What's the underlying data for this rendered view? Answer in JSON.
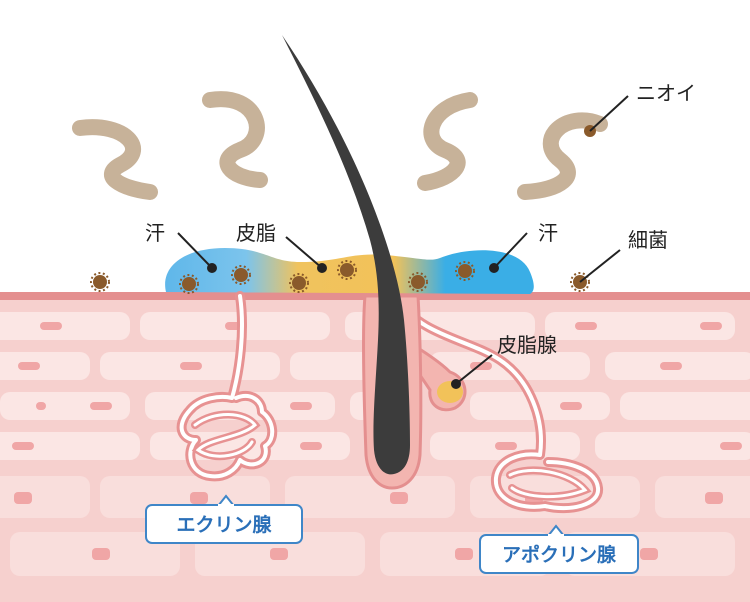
{
  "labels": {
    "odor": "ニオイ",
    "sweat_left": "汗",
    "sebum": "皮脂",
    "sweat_right": "汗",
    "bacteria": "細菌",
    "sebaceous_gland": "皮脂腺",
    "eccrine_gland": "エクリン腺",
    "apocrine_gland": "アポクリン腺"
  },
  "colors": {
    "skin_line": "#e89a9a",
    "skin_fill": "#f7d4d2",
    "cell_fill": "#fbeae8",
    "odor_wave": "#c9b49b",
    "bacteria": "#8a5a2b",
    "sweat": "#4ab0e4",
    "sebum": "#f2c259",
    "hair": "#3c3c3c",
    "callout_border": "#3f86c8"
  }
}
